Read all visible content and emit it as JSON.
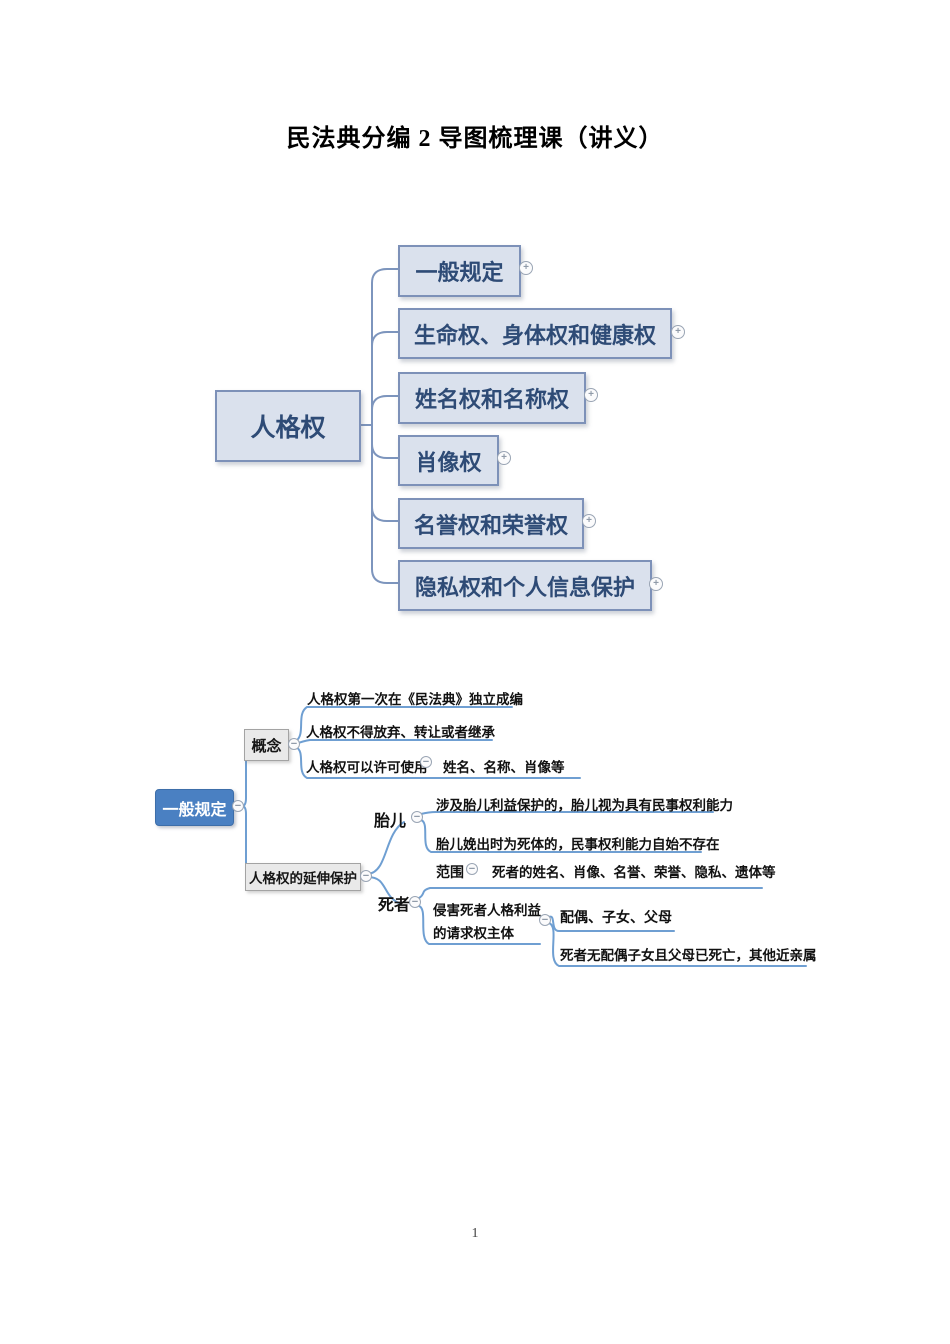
{
  "page": {
    "title": "民法典分编 2 导图梳理课（讲义）",
    "page_number": "1"
  },
  "icons": {
    "plus": "+",
    "minus": "−"
  },
  "colors": {
    "map1_node_fill": "#dae1ed",
    "map1_node_border": "#7d91b8",
    "map1_text": "#2e4b76",
    "map1_connector": "#7d95bd",
    "map2_root_fill": "#4a80c2",
    "map2_box_fill": "#e9e9e9",
    "map2_connector": "#6f9fd2"
  },
  "map1": {
    "root": "人格权",
    "children": [
      "一般规定",
      "生命权、身体权和健康权",
      "姓名权和名称权",
      "肖像权",
      "名誉权和荣誉权",
      "隐私权和个人信息保护"
    ]
  },
  "map2": {
    "root": "一般规定",
    "concept": {
      "label": "概念",
      "item1": "人格权第一次在《民法典》独立成编",
      "item2": "人格权不得放弃、转让或者继承",
      "license_label": "人格权可以许可使用",
      "license_value": "姓名、名称、肖像等"
    },
    "extension": {
      "label": "人格权的延伸保护",
      "fetus": {
        "label": "胎儿",
        "item1": "涉及胎儿利益保护的，胎儿视为具有民事权利能力",
        "item2": "胎儿娩出时为死体的，民事权利能力自始不存在"
      },
      "deceased": {
        "label": "死者",
        "scope_label": "范围",
        "scope_value": "死者的姓名、肖像、名誉、荣誉、隐私、遗体等",
        "claim_label_line1": "侵害死者人格利益",
        "claim_label_line2": "的请求权主体",
        "claim_item1": "配偶、子女、父母",
        "claim_item2": "死者无配偶子女且父母已死亡，其他近亲属"
      }
    }
  }
}
